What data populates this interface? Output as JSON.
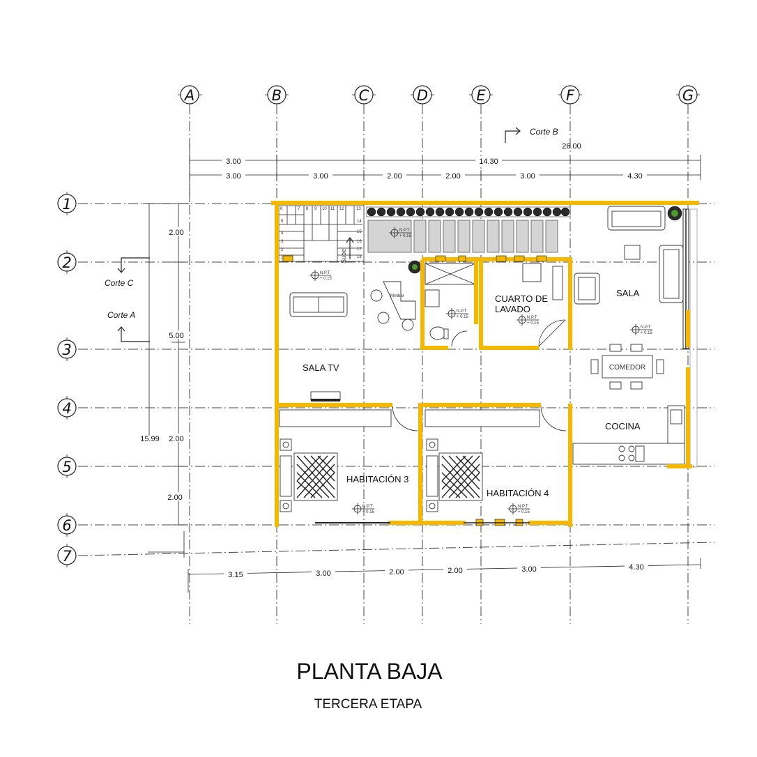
{
  "title": "PLANTA BAJA",
  "subtitle": "TERCERA ETAPA",
  "grid_columns": [
    "A",
    "B",
    "C",
    "D",
    "E",
    "F",
    "G"
  ],
  "grid_rows": [
    "1",
    "2",
    "3",
    "4",
    "5",
    "6",
    "7"
  ],
  "cortes": {
    "a": "Corte A",
    "b": "Corte B",
    "c": "Corte C"
  },
  "dimensions": {
    "overall_top": "14.30",
    "total_label": "26.00",
    "first_row": [
      "3.00"
    ],
    "second_row": [
      "3.00",
      "3.00",
      "2.00",
      "2.00",
      "3.00",
      "4.30"
    ],
    "bottom_row": [
      "3.15",
      "3.00",
      "2.00",
      "2.00",
      "3.00",
      "4.30"
    ],
    "left_vertical": [
      "2.00",
      "5.00",
      "2.00",
      "2.00"
    ],
    "left_total": "15.99"
  },
  "rooms": {
    "sala_tv": "SALA TV",
    "cuarto_lavado_1": "CUARTO DE",
    "cuarto_lavado_2": "LAVADO",
    "sala": "SALA",
    "comedor": "COMEDOR",
    "cocina": "COCINA",
    "habitacion_3": "HABITACIÓN 3",
    "habitacion_4": "HABITACIÓN 4"
  },
  "notes": {
    "stair_label": "Sube",
    "minibar_label": "Minibar",
    "npt_label": "N.P.T",
    "npt_value": "+ 0.15",
    "stair_steps": [
      "1",
      "2",
      "3",
      "4",
      "5",
      "6",
      "7",
      "8",
      "9",
      "10",
      "11",
      "12",
      "13",
      "14",
      "15",
      "16",
      "17",
      "18"
    ]
  },
  "colors": {
    "walls": "#f5b800",
    "lines": "#222222",
    "planters": "#d4d4d4"
  }
}
